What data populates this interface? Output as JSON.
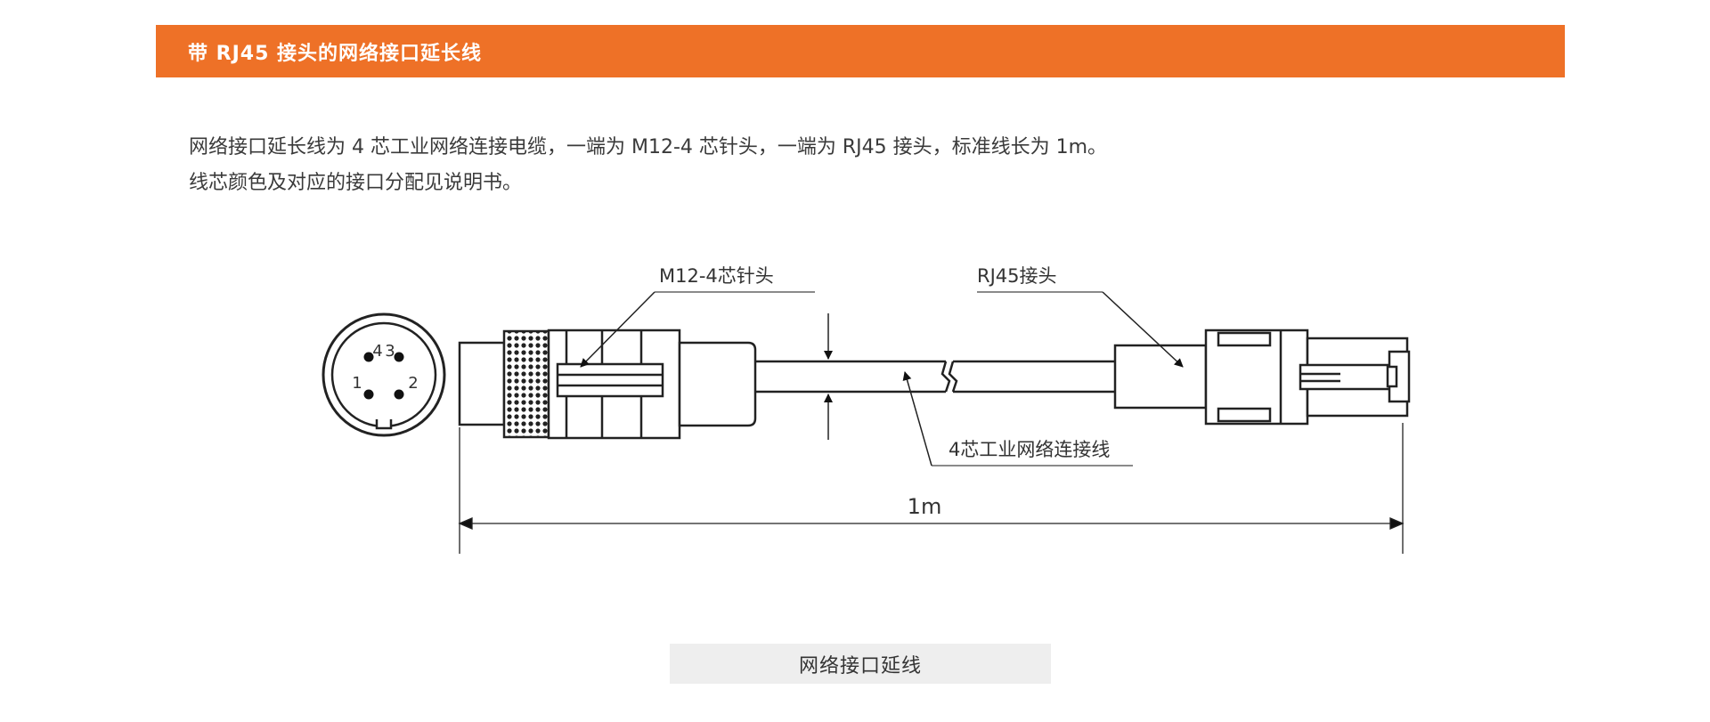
{
  "header": {
    "title": "带 RJ45 接头的网络接口延长线"
  },
  "description": {
    "line1": "网络接口延长线为 4 芯工业网络连接电缆，一端为 M12-4 芯针头，一端为 RJ45 接头，标准线长为 1m。",
    "line2": "线芯颜色及对应的接口分配见说明书。"
  },
  "diagram": {
    "label_m12": "M12-4芯针头",
    "label_rj45": "RJ45接头",
    "label_cable": "4芯工业网络连接线",
    "length_label": "1m",
    "pins": {
      "p1": "1",
      "p2": "2",
      "p3": "3",
      "p4": "4"
    }
  },
  "caption": {
    "text": "网络接口延线"
  },
  "colors": {
    "header_bg": "#ee7127",
    "caption_bg": "#eeeeee"
  }
}
